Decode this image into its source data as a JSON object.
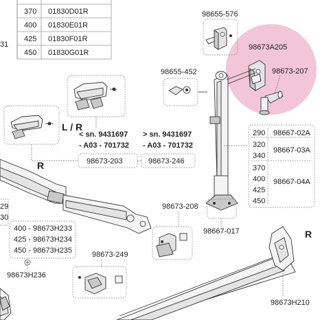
{
  "table_top": {
    "rows": [
      {
        "size": "370",
        "code": "01830D01R"
      },
      {
        "size": "400",
        "code": "01830E01R"
      },
      {
        "size": "425",
        "code": "01830F01R"
      },
      {
        "size": "450",
        "code": "01830G01R"
      }
    ],
    "side_text": "31"
  },
  "parts": {
    "p576": "98655-576",
    "p452": "98655-452",
    "pA205": "98673A205",
    "p207": "98673-207",
    "p203": "98673-203",
    "p246": "98673-246",
    "p208": "98673-208",
    "p017": "98667-017",
    "p249": "98673-249",
    "pH236": "98673H236",
    "pH210": "98673H210"
  },
  "lr_label": "L / R",
  "r_label_left": "R",
  "r_label_right": "R",
  "serial_left": {
    "line1": "< sn. 9431697",
    "line2": "- A03 - 701732"
  },
  "serial_right": {
    "line1": "> sn. 9431697",
    "line2": "- A03 - 701732"
  },
  "table_right": {
    "r290": "290",
    "c02A": "98667-02A",
    "r320": "320",
    "r340": "340",
    "c03A": "98667-03A",
    "r370": "370",
    "r400": "400",
    "r425": "425",
    "r450": "450",
    "c04A": "98667-04A"
  },
  "table_left": {
    "r29": "29",
    "r30": "30",
    "rows": [
      {
        "text": "400 - 98673H233"
      },
      {
        "text": "425 - 98673H234"
      },
      {
        "text": "450 - 98673H235"
      }
    ]
  },
  "colors": {
    "highlight": "#f2c6d6"
  }
}
